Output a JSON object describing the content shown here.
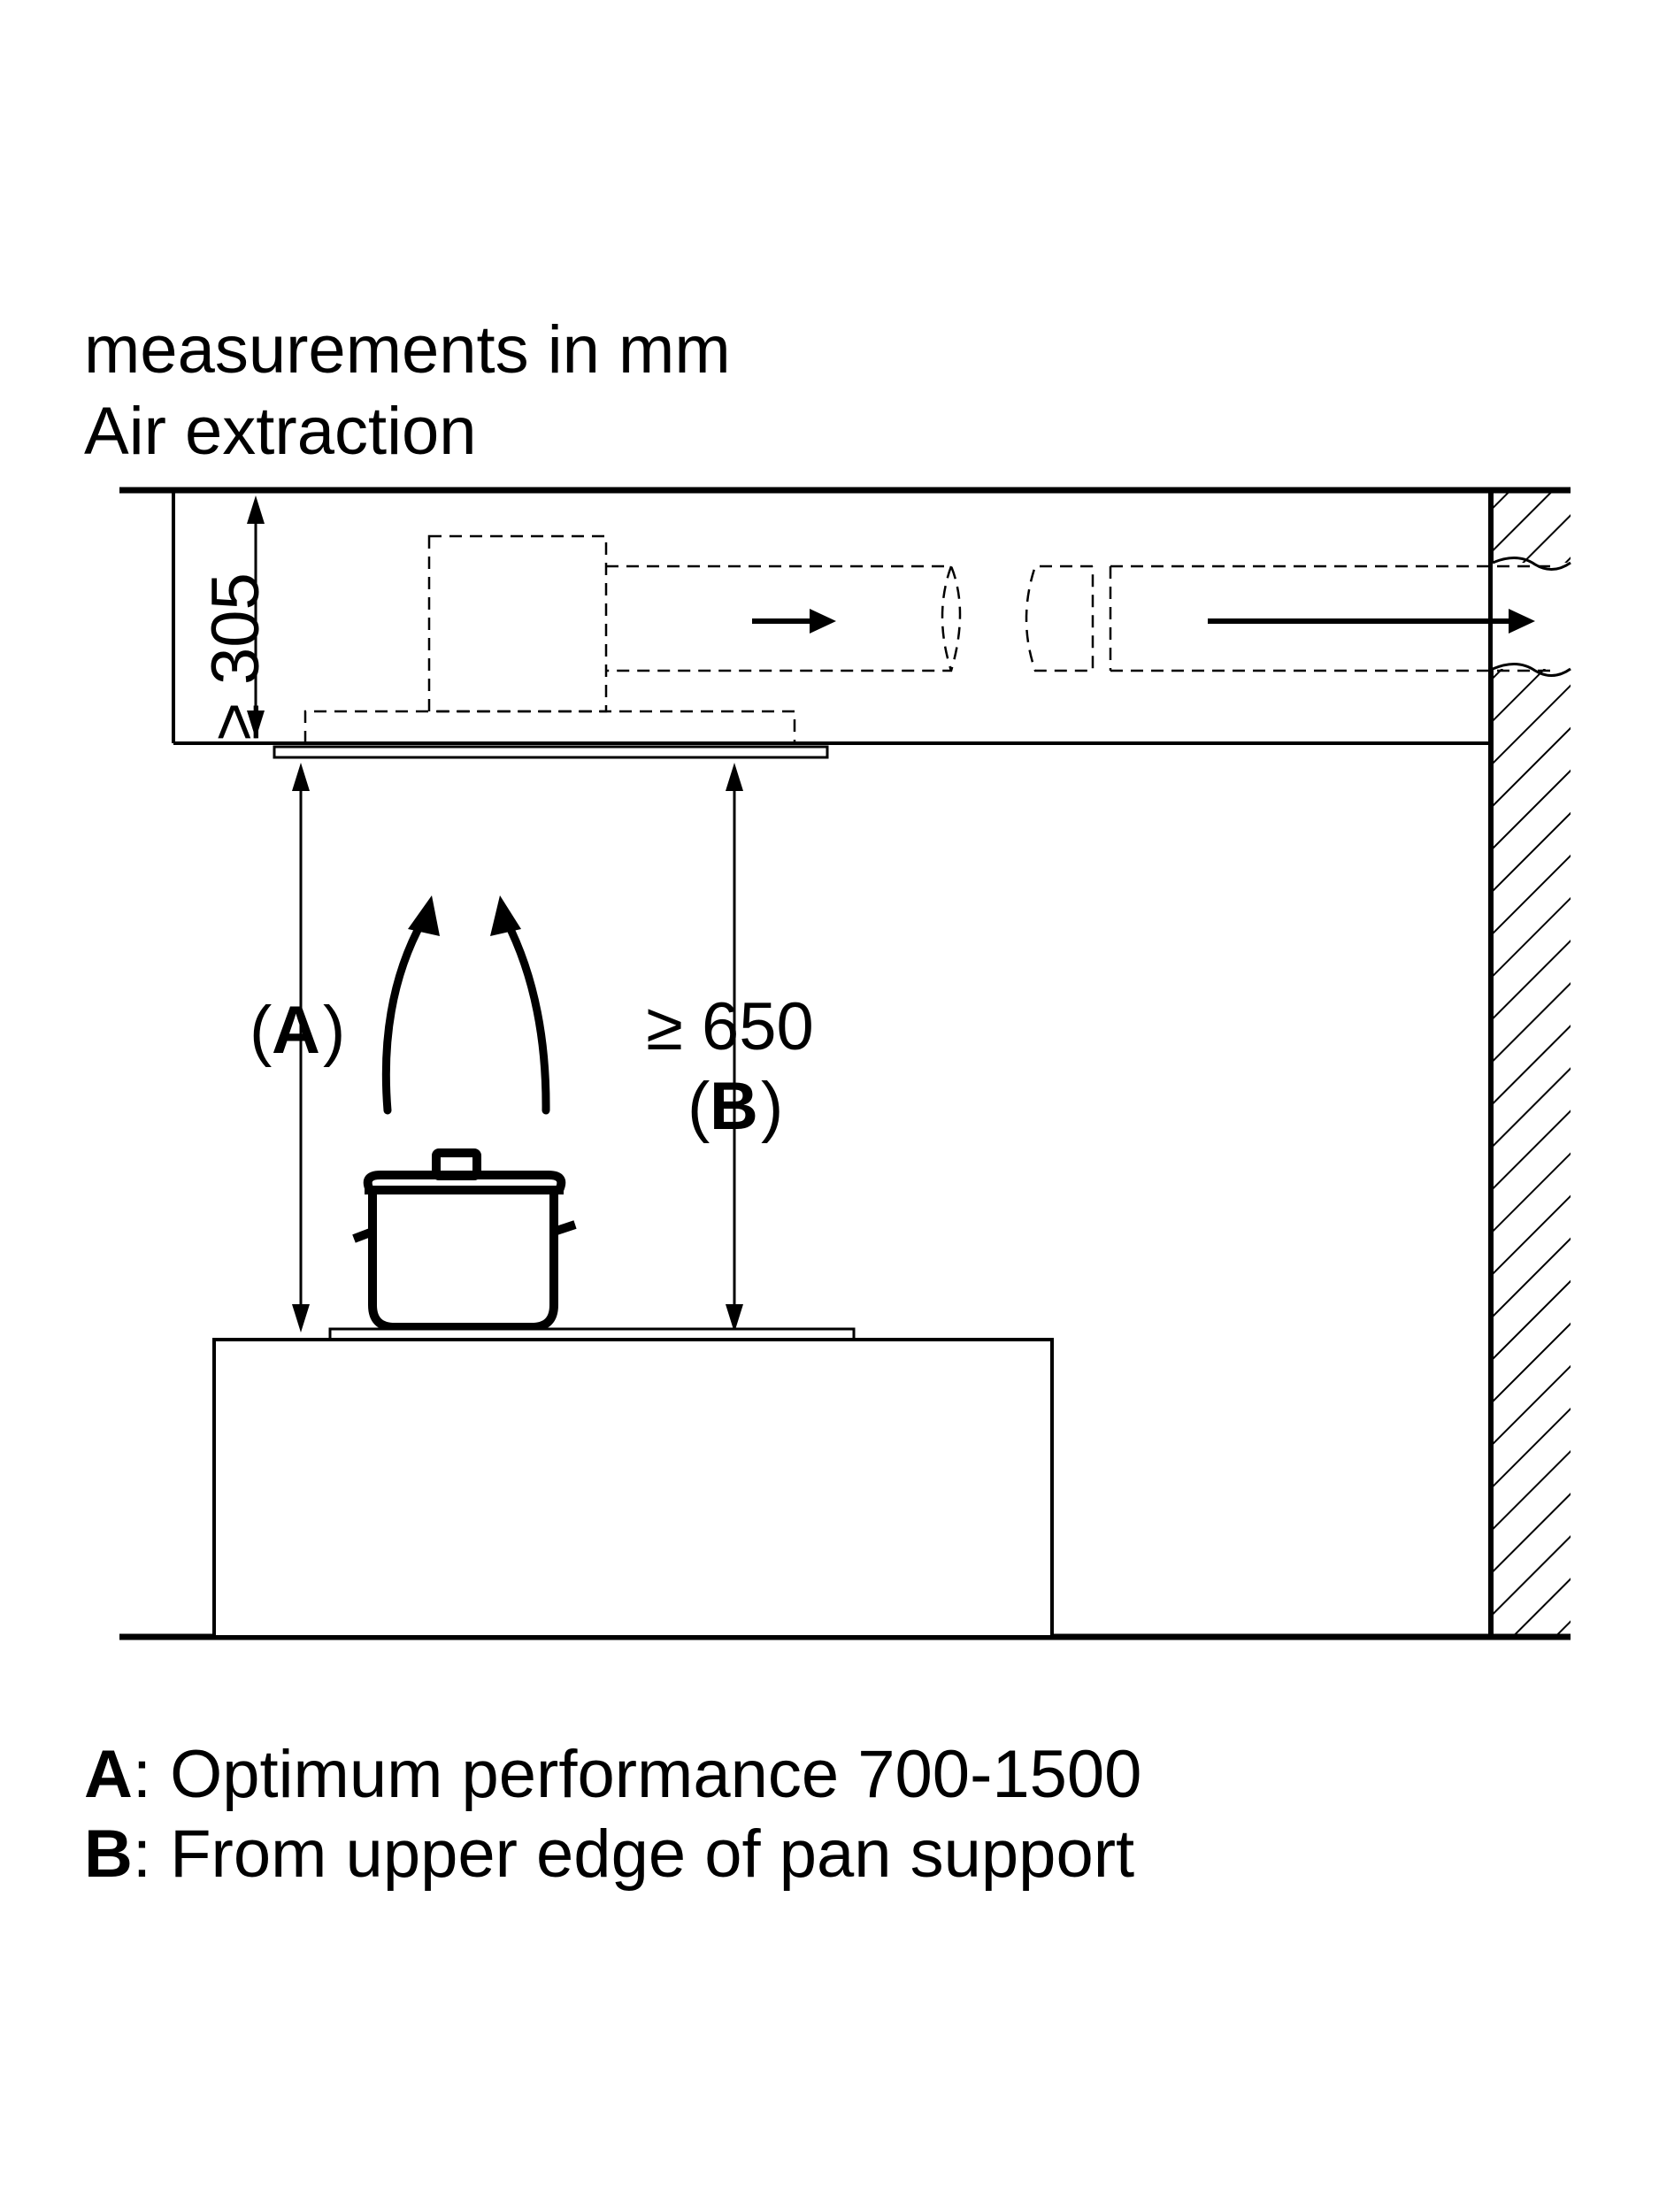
{
  "header": {
    "line1": "measurements in mm",
    "line2": "Air extraction"
  },
  "dimensions": {
    "ceiling_space": "≥ 305",
    "clearance": "≥ 650",
    "label_a": "A",
    "label_b": "B"
  },
  "legend": {
    "a_key": "A",
    "a_text": ": Optimum performance 700-1500",
    "b_key": "B",
    "b_text": ": From upper edge of pan support"
  }
}
